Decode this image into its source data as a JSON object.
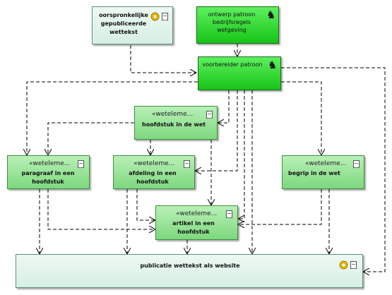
{
  "nodes": {
    "oorspronkelijk": {
      "line1": "oorspronkelijke",
      "line2": "gepubliceerde",
      "line3": "wettekst"
    },
    "ontwerp": {
      "line1": "ontwerp patroon",
      "line2": "bedrijfsregels",
      "line3": "wetgeving"
    },
    "voorbereider": {
      "label": "voorbereider patroon"
    },
    "hoofdstuk": {
      "stereotype": "«weteleme...",
      "label": "hoofdstuk in de wet"
    },
    "paragraaf": {
      "stereotype": "«weteleme...",
      "line1": "paragraaf in een",
      "line2": "hoofdstuk"
    },
    "afdeling": {
      "stereotype": "«weteleme...",
      "line1": "afdeling in een",
      "line2": "hoofdstuk"
    },
    "begrip": {
      "stereotype": "«weteleme...",
      "label": "begrip in de wet"
    },
    "artikel": {
      "stereotype": "«weteleme...",
      "line1": "artikel in een",
      "line2": "hoofdstuk"
    },
    "publicatie": {
      "label": "publicatie wettekst als website"
    }
  },
  "icons": {
    "artifact": "gear-icon",
    "element": "document-icon",
    "pattern": "knight-icon"
  },
  "colors": {
    "pale_fill": "#d6efe4",
    "bright_fill": "#16c416",
    "mid_fill": "#7ed87e",
    "edge": "#000000"
  }
}
